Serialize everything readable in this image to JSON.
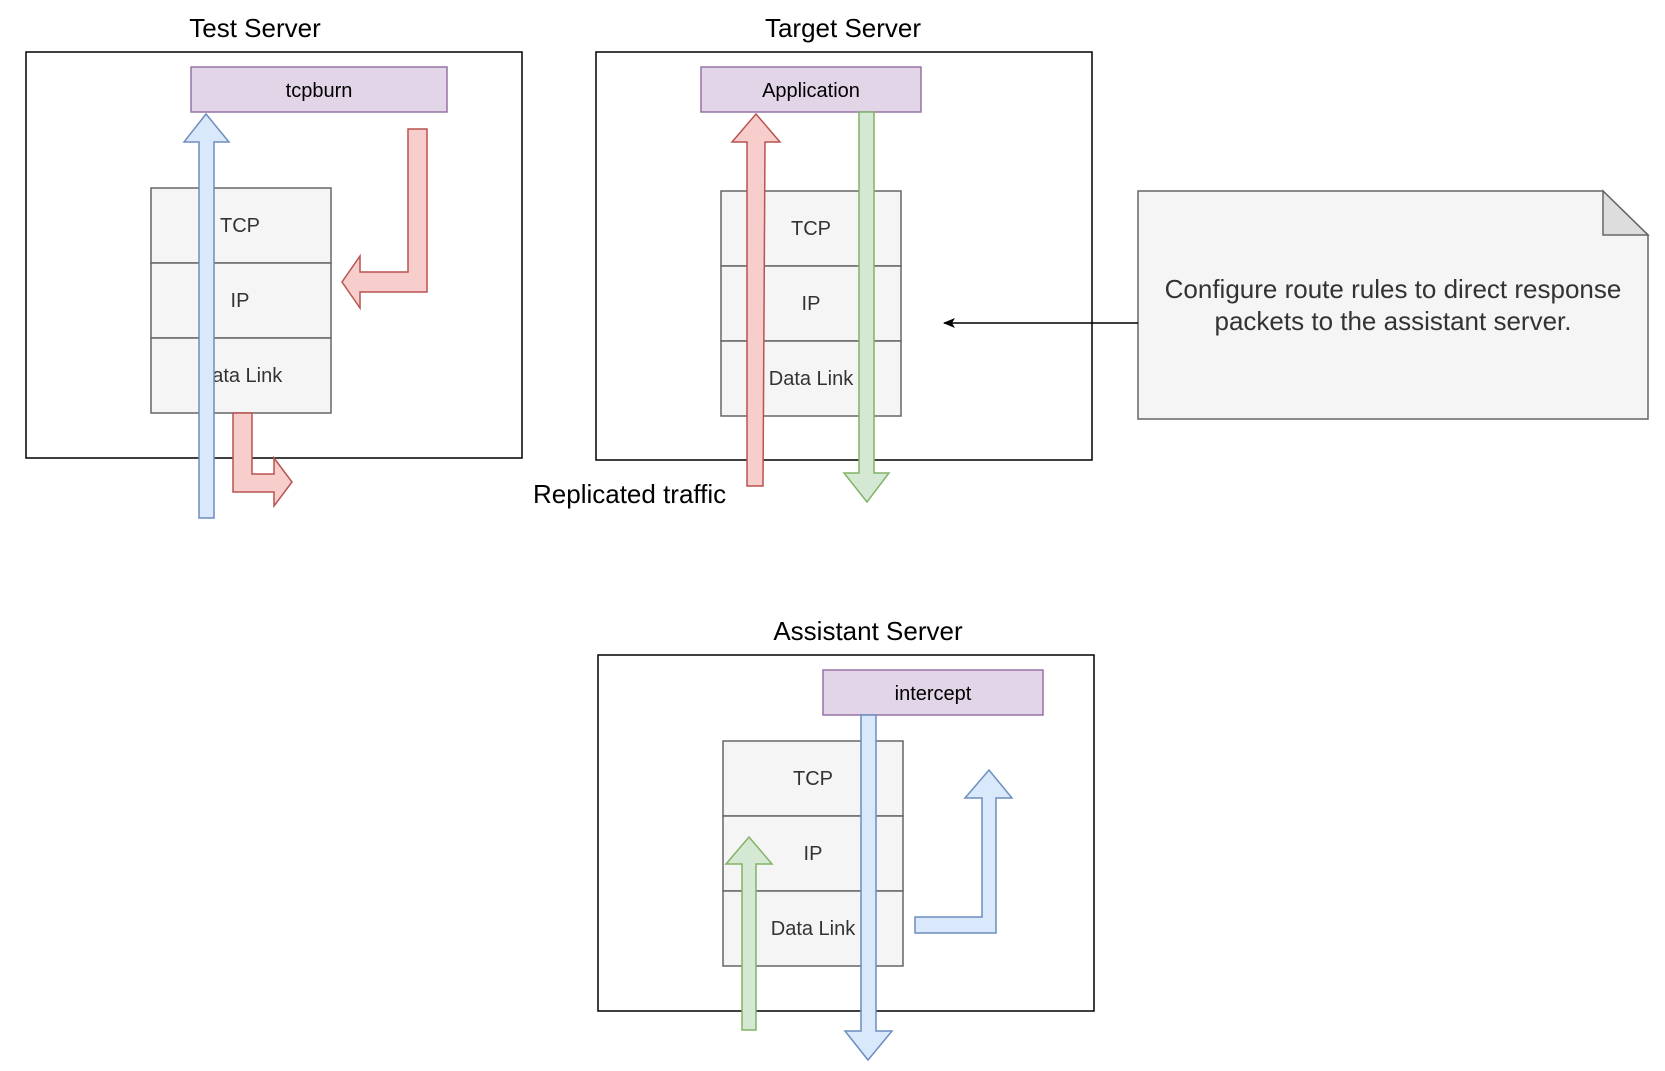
{
  "colors": {
    "process_fill": "#e1d5e7",
    "process_stroke": "#9673a6",
    "layer_fill": "#f5f5f5",
    "layer_stroke": "#666666",
    "red_fill": "#f8cecc",
    "red_stroke": "#b85450",
    "blue_fill": "#dae8fc",
    "blue_stroke": "#6c8ebf",
    "green_fill": "#d5e8d4",
    "green_stroke": "#82b366",
    "note_fill": "#f5f5f5",
    "note_stroke": "#666666"
  },
  "servers": {
    "test": {
      "title": "Test Server",
      "process": "tcpburn",
      "layers": {
        "tcp": "TCP",
        "ip": "IP",
        "datalink": "Data Link"
      }
    },
    "target": {
      "title": "Target Server",
      "process": "Application",
      "layers": {
        "tcp": "TCP",
        "ip": "IP",
        "datalink": "Data Link"
      }
    },
    "assistant": {
      "title": "Assistant Server",
      "process": "intercept",
      "layers": {
        "tcp": "TCP",
        "ip": "IP",
        "datalink": "Data Link"
      }
    }
  },
  "labels": {
    "replicated_traffic": "Replicated traffic"
  },
  "note": {
    "line1": "Configure route rules to direct response",
    "line2": "packets to the assistant server."
  }
}
